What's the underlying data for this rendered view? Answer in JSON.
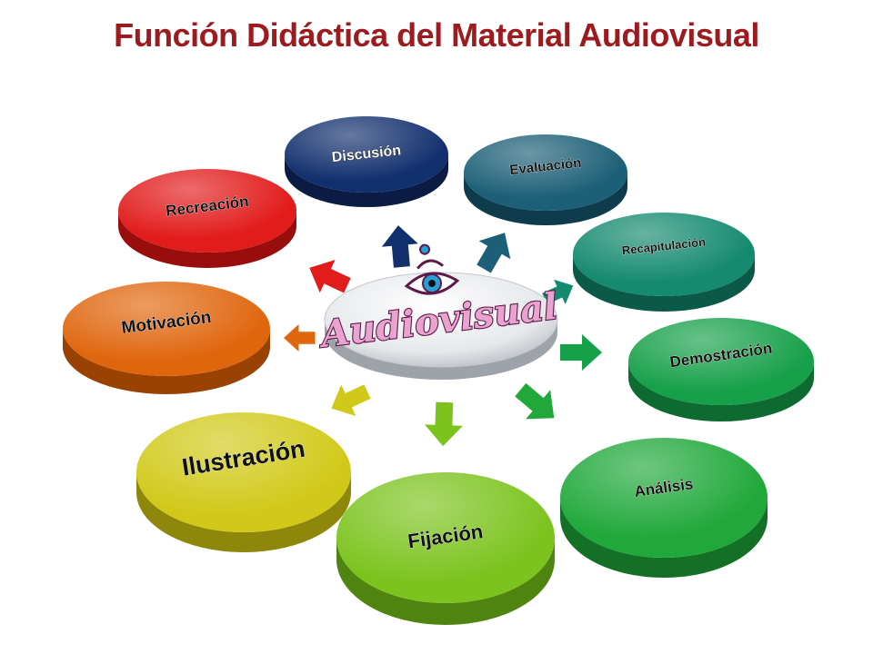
{
  "title": "Función Didáctica del Material Audiovisual",
  "colors": {
    "title": "#9b1b1e",
    "center_fill": "#eef0f2",
    "center_logo_text": "#e9a3cf",
    "center_logo_outline": "#5b1a4a",
    "eye_color": "#2a9fd6"
  },
  "center": {
    "label": "Audiovisual",
    "icon": "eye-icon"
  },
  "nodes": [
    {
      "id": "discusion",
      "label": "Discusión",
      "color": "#13306e",
      "dark": "#0a1c44",
      "text_color": "#ffffff"
    },
    {
      "id": "evaluacion",
      "label": "Evaluación",
      "color": "#1c5f76",
      "dark": "#0f3c4c",
      "text_color": "#111111"
    },
    {
      "id": "recapitulacion",
      "label": "Recapitulación",
      "color": "#148a6e",
      "dark": "#0b5a47",
      "text_color": "#111111"
    },
    {
      "id": "demostracion",
      "label": "Demostración",
      "color": "#17a04a",
      "dark": "#0d6a30",
      "text_color": "#111111"
    },
    {
      "id": "analisis",
      "label": "Análisis",
      "color": "#20a83a",
      "dark": "#137026",
      "text_color": "#111111"
    },
    {
      "id": "fijacion",
      "label": "Fijación",
      "color": "#7cc31e",
      "dark": "#4f8410",
      "text_color": "#111111"
    },
    {
      "id": "ilustracion",
      "label": "Ilustración",
      "color": "#d1c919",
      "dark": "#8e870b",
      "text_color": "#111111"
    },
    {
      "id": "motivacion",
      "label": "Motivación",
      "color": "#e0660e",
      "dark": "#994204",
      "text_color": "#111111"
    },
    {
      "id": "recreacion",
      "label": "Recreación",
      "color": "#e21b1b",
      "dark": "#9a0d0d",
      "text_color": "#111111"
    }
  ]
}
